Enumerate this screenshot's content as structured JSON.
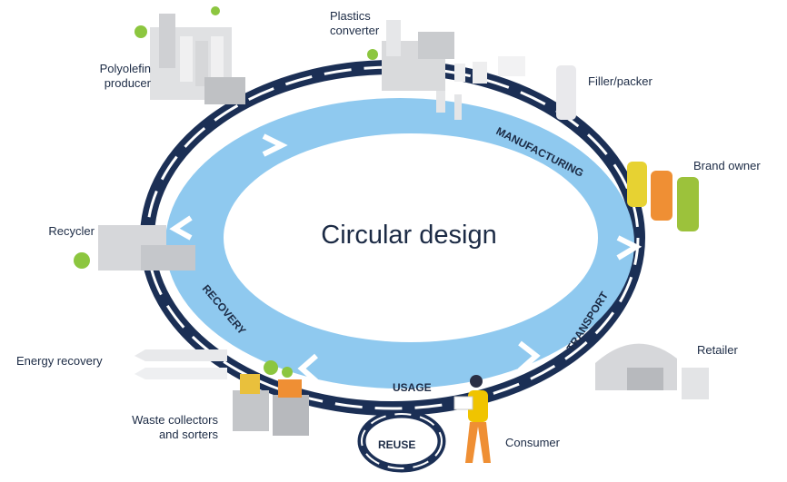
{
  "diagram": {
    "title": "Circular design",
    "phases": {
      "manufacturing": "MANUFACTURING",
      "transport": "TRANSPORT",
      "usage": "USAGE",
      "recovery": "RECOVERY",
      "reuse": "REUSE"
    },
    "actors": {
      "polyolefin_producer": "Polyolefin\nproducer",
      "plastics_converter": "Plastics\nconverter",
      "filler_packer": "Filler/packer",
      "brand_owner": "Brand owner",
      "retailer": "Retailer",
      "consumer": "Consumer",
      "waste_collectors": "Waste collectors\nand sorters",
      "energy_recovery": "Energy recovery",
      "recycler": "Recycler"
    },
    "colors": {
      "navy": "#1b2f55",
      "light_blue": "#a9d3ef",
      "band_blue": "#7cc0ea",
      "text": "#1c2b45",
      "building_grey": "#d9dadc",
      "tree_green": "#8cc63f"
    }
  }
}
